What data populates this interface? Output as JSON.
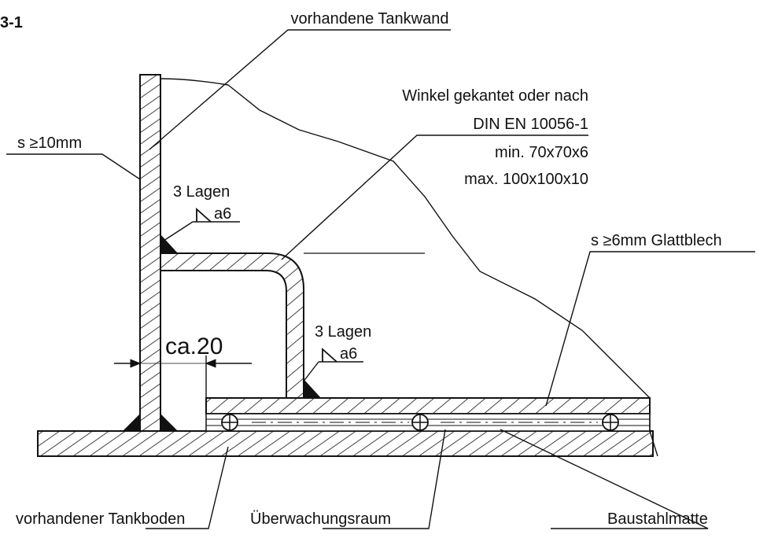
{
  "figure_id": "3-1",
  "labels": {
    "tank_wall": "vorhandene Tankwand",
    "angle_line1": "Winkel gekantet oder nach",
    "angle_line2": "DIN EN 10056-1",
    "angle_line3": "min. 70x70x6",
    "angle_line4": "max. 100x100x10",
    "wall_thickness": "s ≥10mm",
    "weld_top_layers": "3 Lagen",
    "weld_top_size": "a6",
    "sheet_thickness": "s ≥6mm Glattblech",
    "weld_bottom_layers": "3 Lagen",
    "weld_bottom_size": "a6",
    "gap_dimension": "ca.20",
    "tank_floor": "vorhandener Tankboden",
    "monitoring_space": "Überwachungsraum",
    "mesh": "Baustahlmatte"
  },
  "colors": {
    "line": "#111111",
    "weld_fill": "#111111",
    "background": "#ffffff"
  }
}
